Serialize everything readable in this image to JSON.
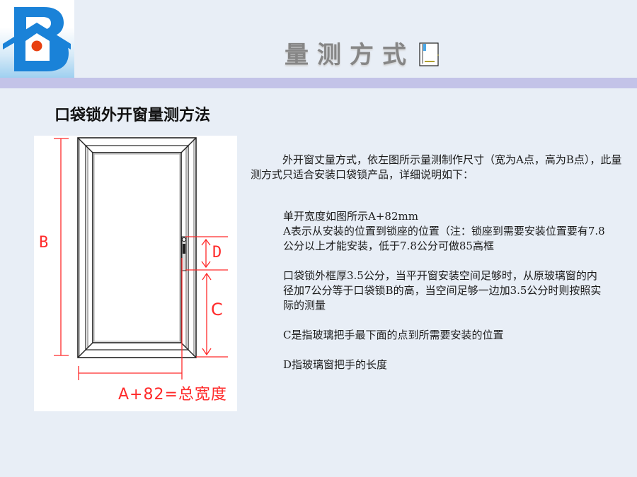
{
  "header": {
    "title": "量测方式",
    "logo_letter": "B",
    "band_color": "#c3c3e8",
    "logo_color": "#1a82d8",
    "logo_dot_color": "#e84010"
  },
  "section": {
    "title": "口袋锁外开窗量测方法"
  },
  "diagram": {
    "label_b": "B",
    "label_c": "C",
    "label_d": "D",
    "label_width": "A+82=总宽度",
    "line_color": "#ff2a2a",
    "frame_color": "#222222"
  },
  "content": {
    "intro": "外开窗丈量方式，依左图所示量测制作尺寸（宽为A点，高为B点），此量测方式只适合安装口袋锁产品，详细说明如下：",
    "lines": [
      "单开宽度如图所示A+82mm",
      "A表示从安装的位置到锁座的位置（注：锁座到需要安装位置要有7.8公分以上才能安装，低于7.8公分可做85高框",
      "口袋锁外框厚3.5公分，当平开窗安装空间足够时，从原玻璃窗的内径加7公分等于口袋锁B的高，当空间足够一边加3.5公分时则按照实际的测量",
      "C是指玻璃把手最下面的点到所需要安装的位置",
      "D指玻璃窗把手的长度"
    ]
  }
}
